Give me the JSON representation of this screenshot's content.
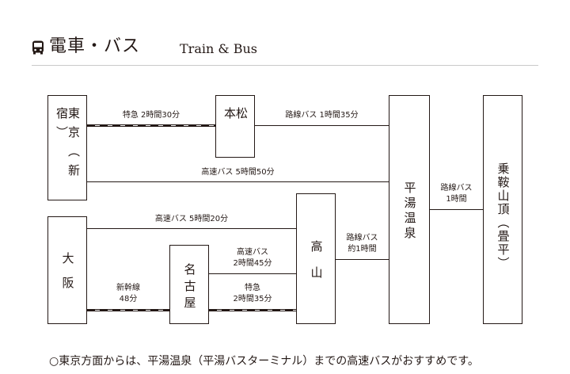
{
  "header": {
    "title_jp": "電車・バス",
    "title_en": "Train & Bus",
    "icon": "bus-icon"
  },
  "stations": {
    "tokyo": "東京",
    "tokyo_sub": "（新宿）",
    "matsumoto": "松本",
    "osaka": "大阪",
    "nagoya": "名古屋",
    "takayama": "高山",
    "hirayu": "平湯温泉",
    "norikura": "乗鞍山頂",
    "norikura_sub": "（畳平）"
  },
  "routes": {
    "tokyo_matsumoto": "特急 2時間30分",
    "matsumoto_hirayu": "路線バス 1時間35分",
    "tokyo_hirayu": "高速バス 5時間50分",
    "osaka_takayama": "高速バス 5時間20分",
    "nagoya_takayama_bus_1": "高速バス",
    "nagoya_takayama_bus_2": "2時間45分",
    "nagoya_takayama_express_1": "特急",
    "nagoya_takayama_express_2": "2時間35分",
    "osaka_nagoya_1": "新幹線",
    "osaka_nagoya_2": "48分",
    "takayama_hirayu_1": "路線バス",
    "takayama_hirayu_2": "約1時間",
    "hirayu_norikura_1": "路線バス",
    "hirayu_norikura_2": "1時間"
  },
  "note": "○東京方面からは、平湯温泉（平湯バスターミナル）までの高速バスがおすすめです。"
}
